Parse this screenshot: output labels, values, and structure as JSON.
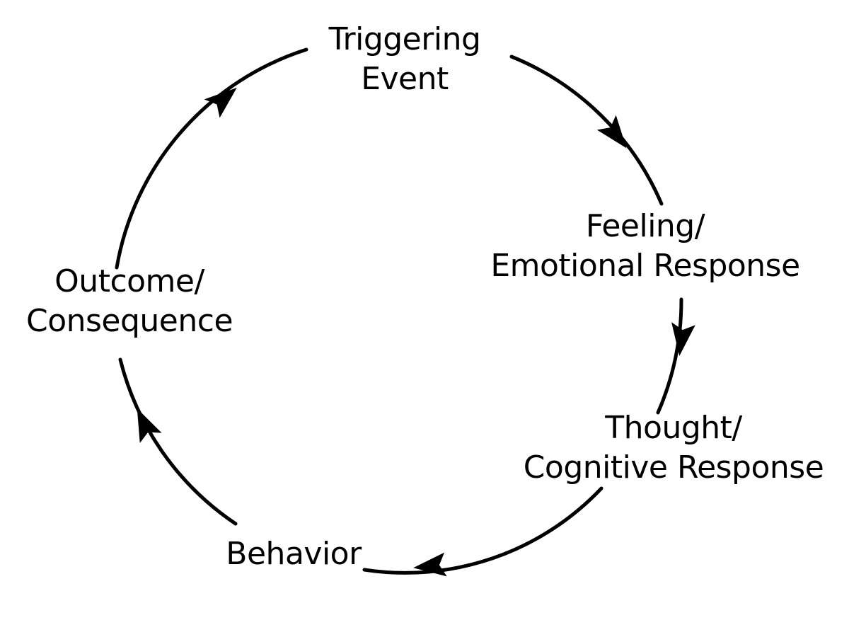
{
  "diagram": {
    "type": "cycle",
    "direction": "clockwise",
    "nodes": [
      {
        "id": "triggering-event",
        "lines": [
          "Triggering",
          "Event"
        ]
      },
      {
        "id": "feeling",
        "lines": [
          "Feeling/",
          "Emotional Response"
        ]
      },
      {
        "id": "thought",
        "lines": [
          "Thought/",
          "Cognitive Response"
        ]
      },
      {
        "id": "behavior",
        "lines": [
          "Behavior"
        ]
      },
      {
        "id": "outcome",
        "lines": [
          "Outcome/",
          "Consequence"
        ]
      }
    ],
    "edges": [
      {
        "from": "triggering-event",
        "to": "feeling"
      },
      {
        "from": "feeling",
        "to": "thought"
      },
      {
        "from": "thought",
        "to": "behavior"
      },
      {
        "from": "behavior",
        "to": "outcome"
      },
      {
        "from": "outcome",
        "to": "triggering-event"
      }
    ],
    "colors": {
      "ink": "#000000",
      "background": "#ffffff"
    }
  }
}
